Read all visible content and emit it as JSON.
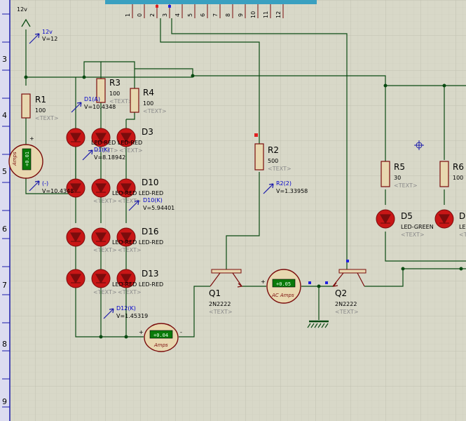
{
  "colors": {
    "background": "#d8d8c8",
    "grid": "#c6c6b6",
    "wire": "#0a4a12",
    "component": "#7a0c0c",
    "body_fill": "#e8d8b0",
    "led_fill": "#c81616",
    "meter_display": "#0a7a0a",
    "probe": "#1a1aaa",
    "ruler": "#1a1aaa"
  },
  "ruler": {
    "marks": [
      "3",
      "4",
      "5",
      "6",
      "7",
      "8",
      "9"
    ]
  },
  "header_pins": [
    "1",
    "0",
    "2",
    "3",
    "4",
    "5",
    "6",
    "7",
    "8",
    "9",
    "10",
    "11",
    "12"
  ],
  "supply": {
    "label": "12v",
    "probe_name": "12v",
    "probe_value": "V=12"
  },
  "resistors": {
    "r1": {
      "name": "R1",
      "value": "100",
      "text": "<TEXT>"
    },
    "r3": {
      "name": "R3",
      "value": "100",
      "text": "<TEXT>"
    },
    "r4": {
      "name": "R4",
      "value": "100",
      "text": "<TEXT>"
    },
    "r2": {
      "name": "R2",
      "value": "500",
      "text": "<TEXT>"
    },
    "r5": {
      "name": "R5",
      "value": "30",
      "text": "<TEXT>"
    },
    "r6": {
      "name": "R6",
      "value": "100",
      "text": "<TEXT>"
    }
  },
  "leds": {
    "d3": {
      "name": "D3",
      "type": "LED-RED",
      "row_labels": "LED-RED LED-RED",
      "text": "<TEXT>"
    },
    "d10": {
      "name": "D10",
      "type": "LED-RED",
      "row_labels": "LED-RED LED-RED",
      "text": "<TEXT>"
    },
    "d16": {
      "name": "D16",
      "type": "LED-RED",
      "row_labels": "LED-RED LED-RED",
      "text": "<TEXT>"
    },
    "d13": {
      "name": "D13",
      "type": "LED-RED",
      "row_labels": "LED-RED LED-RED",
      "text": "<TEXT>"
    },
    "d5": {
      "name": "D5",
      "type": "LED-GREEN",
      "text": "<TEXT>"
    },
    "d6": {
      "name": "D",
      "type": "LE",
      "text": "<T"
    }
  },
  "probes": {
    "d1a": {
      "name": "D1(A)",
      "value": "V=10.4348"
    },
    "d1k": {
      "name": "D1(K)",
      "value": "V=8.18942"
    },
    "minus": {
      "name": "(-)",
      "value": "V=10.4348"
    },
    "d10k": {
      "name": "D10(K)",
      "value": "V=5.94401"
    },
    "r2": {
      "name": "R2(2)",
      "value": "V=1.33958"
    },
    "d12k": {
      "name": "D12(K)",
      "value": "V=1.45319"
    }
  },
  "meters": {
    "dc1": {
      "reading": "+0.01",
      "label": "Amps"
    },
    "dc2": {
      "reading": "+0.04",
      "label": "Amps"
    },
    "ac": {
      "reading": "+0.05",
      "label": "AC Amps"
    }
  },
  "transistors": {
    "q1": {
      "name": "Q1",
      "type": "2N2222",
      "text": "<TEXT>"
    },
    "q2": {
      "name": "Q2",
      "type": "2N2222",
      "text": "<TEXT>"
    }
  },
  "signs": {
    "plus": "+",
    "minus": "-"
  }
}
